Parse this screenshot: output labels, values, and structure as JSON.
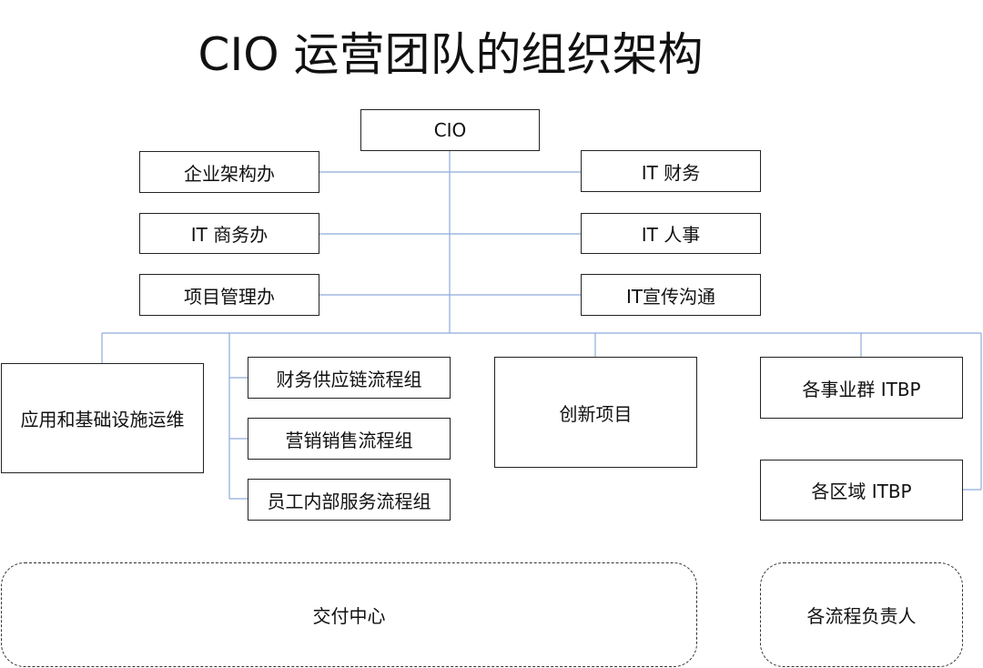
{
  "title": "CIO 运营团队的组织架构",
  "nodes": {
    "cio": "CIO",
    "enterprise_architecture": "企业架构办",
    "it_business": "IT 商务办",
    "pmo": "项目管理办",
    "it_finance": "IT 财务",
    "it_hr": "IT 人事",
    "it_comms": "IT宣传沟通",
    "app_infra_ops": "应用和基础设施运维",
    "finance_supply_chain": "财务供应链流程组",
    "marketing_sales": "营销销售流程组",
    "employee_services": "员工内部服务流程组",
    "innovation": "创新项目",
    "bg_itbp": "各事业群 ITBP",
    "region_itbp": "各区域 ITBP"
  },
  "groups": {
    "delivery_center": "交付中心",
    "process_owners": "各流程负责人"
  },
  "colors": {
    "connector": "#8eaadb",
    "box_border": "#222222",
    "dashed_border": "#333333"
  }
}
